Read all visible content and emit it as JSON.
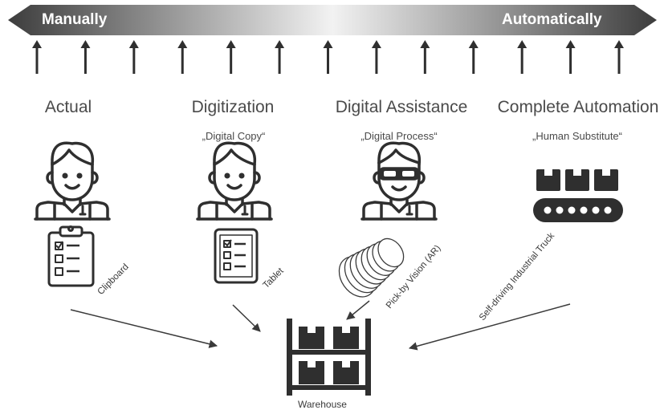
{
  "scale": {
    "left_label": "Manually",
    "right_label": "Automatically"
  },
  "stages": [
    {
      "title": "Actual",
      "subtitle": ""
    },
    {
      "title": "Digitization",
      "subtitle": "„Digital Copy“"
    },
    {
      "title": "Digital Assistance",
      "subtitle": "„Digital Process“"
    },
    {
      "title": "Complete Automation",
      "subtitle": "„Human Substitute“"
    }
  ],
  "tools": {
    "clipboard": "Clipboard",
    "tablet": "Tablet",
    "vision": "Pick-by Vision (AR)",
    "truck": "Self-driving Industrial Truck"
  },
  "target": {
    "label": "Warehouse"
  },
  "colors": {
    "dark": "#2f2f2f",
    "gradient_light": "#f2f2f2"
  }
}
